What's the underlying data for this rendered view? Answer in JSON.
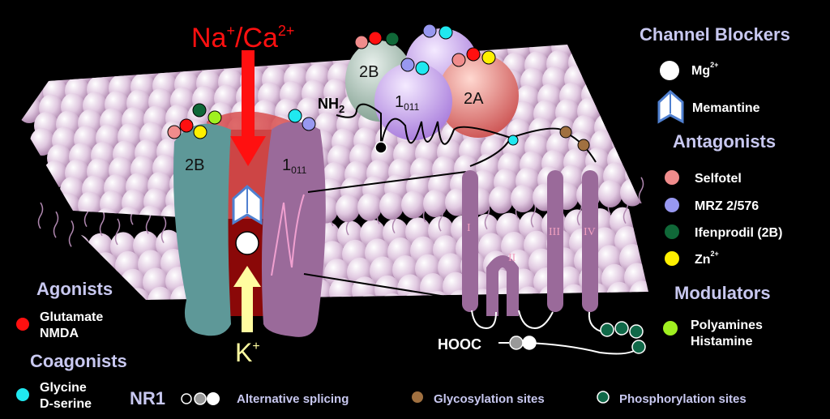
{
  "colors": {
    "glutamate": "#ff1010",
    "glycine": "#20e8f0",
    "selfotel": "#f08c8c",
    "mrz": "#9898f0",
    "ifenprodil": "#106838",
    "zinc": "#fff000",
    "polyamines": "#a0f020",
    "glycosylation": "#a07040",
    "phosphorylation": "#106848",
    "mg": "#ffffff",
    "sphere": "#dcc8dc",
    "subunit_2b": "#6a9a9a",
    "subunit_1": "#9a6a9a",
    "subunit_2a": "#d86060",
    "header_text": "#c8c8f0"
  },
  "ions": {
    "influx_prefix": "Na",
    "influx_plus": "+",
    "separator": "/",
    "influx_ca": "Ca",
    "influx_ca_charge": "2+",
    "efflux": "K",
    "efflux_charge": "+"
  },
  "subunits": {
    "nr2b": "2B",
    "nr1": "1",
    "nr1_sub": "011",
    "nr2a": "2A"
  },
  "termini": {
    "n": "NH",
    "n_sub": "2",
    "c": "HOOC"
  },
  "domains": [
    "I",
    "II",
    "III",
    "IV"
  ],
  "legend": {
    "channel_blockers": {
      "title": "Channel Blockers",
      "mg": "Mg",
      "mg_charge": "2+",
      "memantine": "Memantine"
    },
    "antagonists": {
      "title": "Antagonists",
      "items": [
        "Selfotel",
        "MRZ 2/576",
        "Ifenprodil (2B)",
        "Zn"
      ],
      "zn_charge": "2+"
    },
    "modulators": {
      "title": "Modulators",
      "line1": "Polyamines",
      "line2": "Histamine"
    },
    "agonists": {
      "title": "Agonists",
      "line1": "Glutamate",
      "line2": "NMDA"
    },
    "coagonists": {
      "title": "Coagonists",
      "line1": "Glycine",
      "line2": "D-serine"
    },
    "bottom": {
      "nr1": "NR1",
      "splicing": "Alternative splicing",
      "glycosylation": "Glycosylation sites",
      "phosphorylation": "Phosphorylation sites"
    }
  }
}
